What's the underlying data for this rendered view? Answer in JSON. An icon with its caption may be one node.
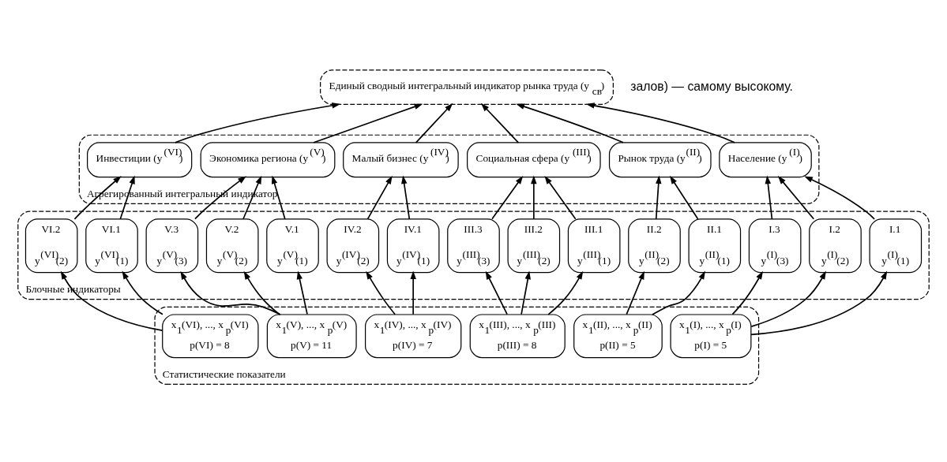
{
  "diagram": {
    "nodes": [
      {
        "text": [
          "Единый сводный интегральный индикатор рынка труда (y$_{св}$)"
        ]
      },
      {
        "text": [
          "Агрегированный интегральный индикатор"
        ]
      },
      {
        "text": [
          "Население (y$^{(I)}$)"
        ],
        "in": 1
      },
      {
        "text": [
          "Рынок труда (y$^{(II)}$)"
        ],
        "in": 1
      },
      {
        "text": [
          "Социальная сфера (y$^{(III)}$)"
        ],
        "in": 1
      },
      {
        "text": [
          "Малый бизнес (y$^{(IV)}$)"
        ],
        "in": 1
      },
      {
        "text": [
          "Экономика региона (y$^{(V)}$)"
        ],
        "in": 1
      },
      {
        "text": [
          "Инвестиции (y$^{(VI)}$)"
        ],
        "in": 1
      },
      {
        "text": [
          "Блочные индикаторы"
        ]
      },
      {
        "text": [
          "I.1",
          "y$^{(I)}$(1)"
        ],
        "in": 8
      },
      {
        "text": [
          "I.2",
          "y$^{(I)}$(2)"
        ],
        "in": 8
      },
      {
        "text": [
          "I.3",
          "y$^{(I)}$(3)"
        ],
        "in": 8
      },
      {
        "text": [
          "II.1",
          "y$^{(II)}$(1)"
        ],
        "in": 8
      },
      {
        "text": [
          "II.2",
          "y$^{(II)}$(2)"
        ],
        "in": 8
      },
      {
        "text": [
          "III.1",
          "y$^{(III)}$(1)"
        ],
        "in": 8
      },
      {
        "text": [
          "III.2",
          "y$^{(III)}$(2)"
        ],
        "in": 8
      },
      {
        "text": [
          "III.3",
          "y$^{(III)}$(3)"
        ],
        "in": 8
      },
      {
        "text": [
          "IV.1",
          "y$^{(IV)}$(1)"
        ],
        "in": 8
      },
      {
        "text": [
          "IV.2",
          "y$^{(IV)}$(2)"
        ],
        "in": 8
      },
      {
        "text": [
          "V.1",
          "y$^{(V)}$(1)"
        ],
        "in": 8
      },
      {
        "text": [
          "V.2",
          "y$^{(V)}$(2)"
        ],
        "in": 8
      },
      {
        "text": [
          "V.3",
          "y$^{(V)}$(3)"
        ],
        "in": 8
      },
      {
        "text": [
          "VI.1",
          "y$^{(VI)}$(1)"
        ],
        "in": 8
      },
      {
        "text": [
          "VI.2",
          "y$^{(VI)}$(2)"
        ],
        "in": 8
      },
      {
        "text": [
          "Статистические показатели"
        ]
      },
      {
        "text": [
          "x$_{1}$(I), ..., x$_{p}$(I)",
          "p(I) = 5"
        ],
        "in": 24
      },
      {
        "text": [
          "x$_{1}$(II), ..., x$_{p}$(II)",
          "p(II) = 5"
        ],
        "in": 24
      },
      {
        "text": [
          "x$_{1}$(III), ..., x$_{p}$(III)",
          "p(III) = 8"
        ],
        "in": 24
      },
      {
        "text": [
          "x$_{1}$(IV), ..., x$_{p}$(IV)",
          "p(IV) = 7"
        ],
        "in": 24
      },
      {
        "text": [
          "x$_{1}$(V), ..., x$_{p}$(V)",
          "p(V) = 11"
        ],
        "in": 24
      },
      {
        "text": [
          "x$_{1}$(VI), ..., x$_{p}$(VI)",
          "p(VI) = 8"
        ],
        "in": 24
      }
    ],
    "edges": [
      {
        "from": 2,
        "to": 0,
        "arrow": "to"
      },
      {
        "from": 3,
        "to": 0,
        "arrow": "to"
      },
      {
        "from": 4,
        "to": 0,
        "arrow": "to"
      },
      {
        "from": 5,
        "to": 0,
        "arrow": "to"
      },
      {
        "from": 6,
        "to": 0,
        "arrow": "to"
      },
      {
        "from": 7,
        "to": 0,
        "arrow": "to"
      },
      {
        "from": 9,
        "to": 2,
        "arrow": "to"
      },
      {
        "from": 10,
        "to": 2,
        "arrow": "to"
      },
      {
        "from": 11,
        "to": 2,
        "arrow": "to"
      },
      {
        "from": 12,
        "to": 3,
        "arrow": "to"
      },
      {
        "from": 13,
        "to": 3,
        "arrow": "to"
      },
      {
        "from": 14,
        "to": 4,
        "arrow": "to"
      },
      {
        "from": 15,
        "to": 4,
        "arrow": "to"
      },
      {
        "from": 16,
        "to": 4,
        "arrow": "to"
      },
      {
        "from": 17,
        "to": 5,
        "arrow": "to"
      },
      {
        "from": 18,
        "to": 5,
        "arrow": "to"
      },
      {
        "from": 19,
        "to": 6,
        "arrow": "to"
      },
      {
        "from": 20,
        "to": 6,
        "arrow": "to"
      },
      {
        "from": 21,
        "to": 6,
        "arrow": "to"
      },
      {
        "from": 22,
        "to": 7,
        "arrow": "to"
      },
      {
        "from": 23,
        "to": 7,
        "arrow": "to"
      },
      {
        "from": 25,
        "to": 9,
        "arrow": "to"
      },
      {
        "from": 25,
        "to": 10,
        "arrow": "to"
      },
      {
        "from": 25,
        "to": 11,
        "arrow": "to"
      },
      {
        "from": 26,
        "to": 12,
        "arrow": "to"
      },
      {
        "from": 26,
        "to": 13,
        "arrow": "to"
      },
      {
        "from": 27,
        "to": 14,
        "arrow": "to"
      },
      {
        "from": 27,
        "to": 15,
        "arrow": "to"
      },
      {
        "from": 27,
        "to": 16,
        "arrow": "to"
      },
      {
        "from": 28,
        "to": 17,
        "arrow": "to"
      },
      {
        "from": 28,
        "to": 18,
        "arrow": "to"
      },
      {
        "from": 29,
        "to": 19,
        "arrow": "to"
      },
      {
        "from": 29,
        "to": 20,
        "arrow": "to"
      },
      {
        "from": 29,
        "to": 21,
        "arrow": "to"
      },
      {
        "from": 30,
        "to": 22,
        "arrow": "to"
      },
      {
        "from": 30,
        "to": 23,
        "arrow": "to"
      }
    ],
    "labels": [
      "залов) — самому высокому."
    ]
  }
}
